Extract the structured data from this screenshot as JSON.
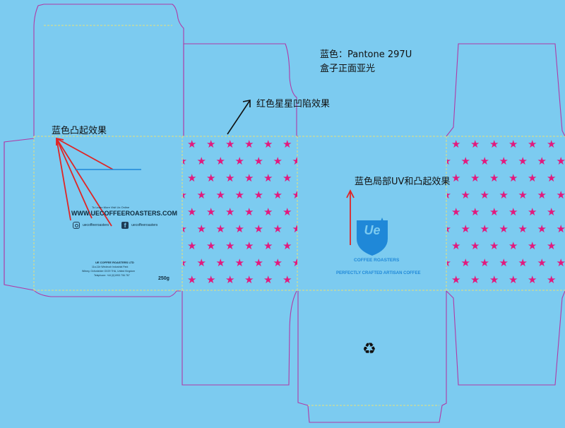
{
  "annotations": {
    "blue_spec_line1": "蓝色：Pantone 297U",
    "blue_spec_line2": "盒子正面亚光",
    "red_stars_effect": "红色星星凹陷效果",
    "blue_emboss_effect": "蓝色凸起效果",
    "blue_spot_uv_emboss": "蓝色局部UV和凸起效果"
  },
  "back_panel": {
    "visit_text": "To Learn More Visit Us Online",
    "website": "WWW.UECOFFEEROASTERS.COM",
    "instagram_handle": "uecoffeeroasters",
    "facebook_handle": "uecoffeeroasters",
    "company_name": "UE COFFEE ROASTERS LTD",
    "address_line1": "11a-11b Windrush Industrial Park",
    "address_line2": "Witney, Oxfordshire OX29 7HA, United Kingdom",
    "telephone": "Telephone: +44 (0)1993 706 767",
    "weight": "250g"
  },
  "front_panel": {
    "logo_letters": "Ue",
    "brand_name": "COFFEE ROASTERS",
    "tagline": "PERFECTLY CRAFTED ARTISAN COFFEE"
  },
  "icons": {
    "recycle": "recycle-icon",
    "instagram": "instagram-icon",
    "facebook": "facebook-icon",
    "star": "star-icon",
    "facebook_glyph": "f"
  },
  "colors": {
    "background": "#7ccbf0",
    "cut_line": "#b03aa6",
    "fold_line": "#e6e27a",
    "star": "#e2197d",
    "arrow_red": "#e02525",
    "brand_blue": "#1f88d8"
  }
}
